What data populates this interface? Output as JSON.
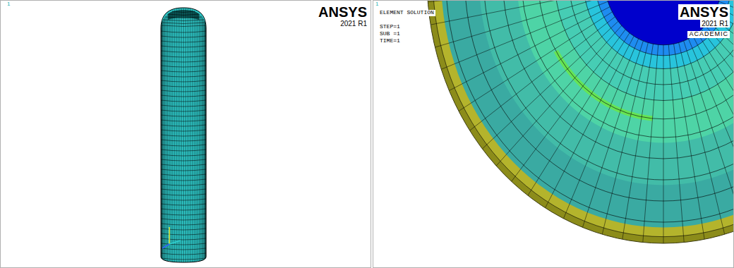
{
  "diagram": {
    "labels": [
      "1",
      "ANSYS",
      "2021 R1",
      "1",
      "ELEMENT SOLUTION",
      "STEP=1",
      "SUB =1",
      "TIME=1",
      "ANSYS",
      "2021 R1",
      "ACADEMIC"
    ]
  }
}
